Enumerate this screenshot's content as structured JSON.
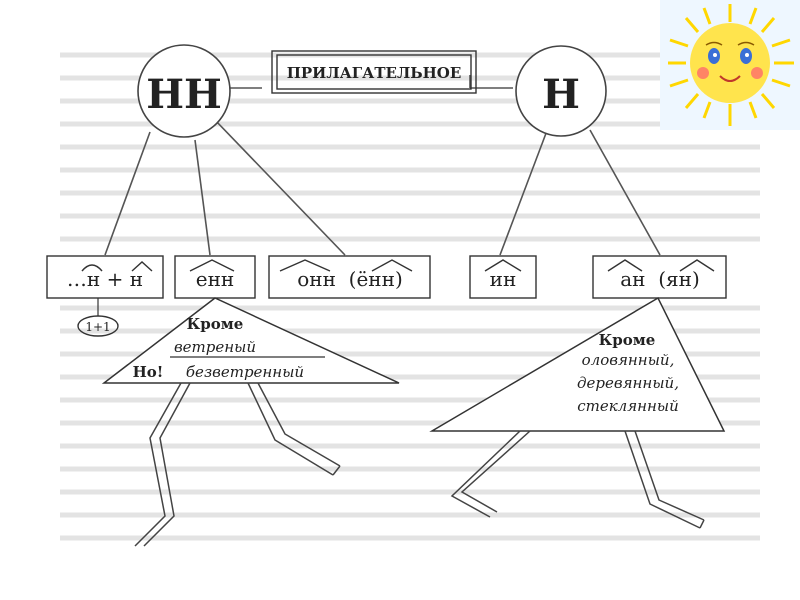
{
  "diagram": {
    "left_circle": "НН",
    "right_circle": "Н",
    "title": "ПРИЛАГАТЕЛЬНОЕ",
    "left_boxes": [
      {
        "id": "box1",
        "text": "…н + н"
      },
      {
        "id": "box2",
        "text": "енн"
      },
      {
        "id": "box3",
        "text": "онн  (ённ)"
      }
    ],
    "left_note": "1+1",
    "right_boxes": [
      {
        "id": "box4",
        "text": "ин"
      },
      {
        "id": "box5",
        "text": "ан  (ян)"
      }
    ],
    "left_exception": {
      "head": "Кроме",
      "word": "ветреный",
      "but_label": "Но!",
      "but_word": "безветренный"
    },
    "right_exception": {
      "head": "Кроме",
      "words": [
        "оловянный,",
        "деревянный,",
        "стеклянный"
      ]
    }
  },
  "colors": {
    "line": "#555555",
    "box_border": "#333333",
    "sun": "#ffe44d",
    "sun_rays": "#ffd700",
    "sun_bg": "#eef7ff"
  }
}
